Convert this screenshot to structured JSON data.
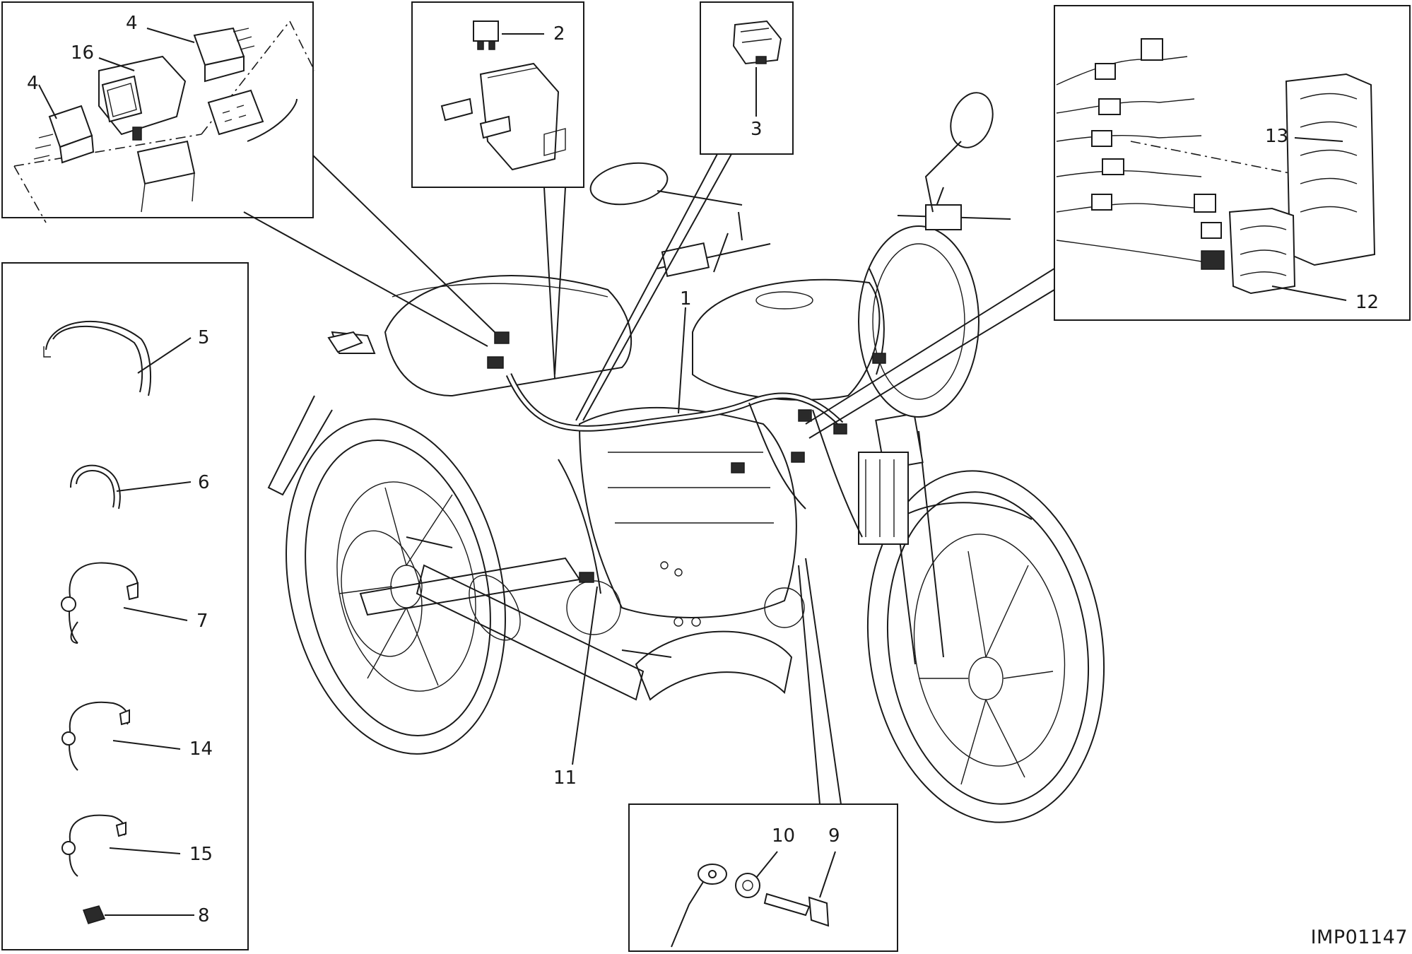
{
  "diagram": {
    "callouts": {
      "c1": "1",
      "c2": "2",
      "c3": "3",
      "c4a": "4",
      "c4b": "4",
      "c5": "5",
      "c6": "6",
      "c7": "7",
      "c8": "8",
      "c9": "9",
      "c10": "10",
      "c11": "11",
      "c12": "12",
      "c13": "13",
      "c14": "14",
      "c15": "15",
      "c16": "16"
    },
    "drawing_code": "IMP01147"
  }
}
